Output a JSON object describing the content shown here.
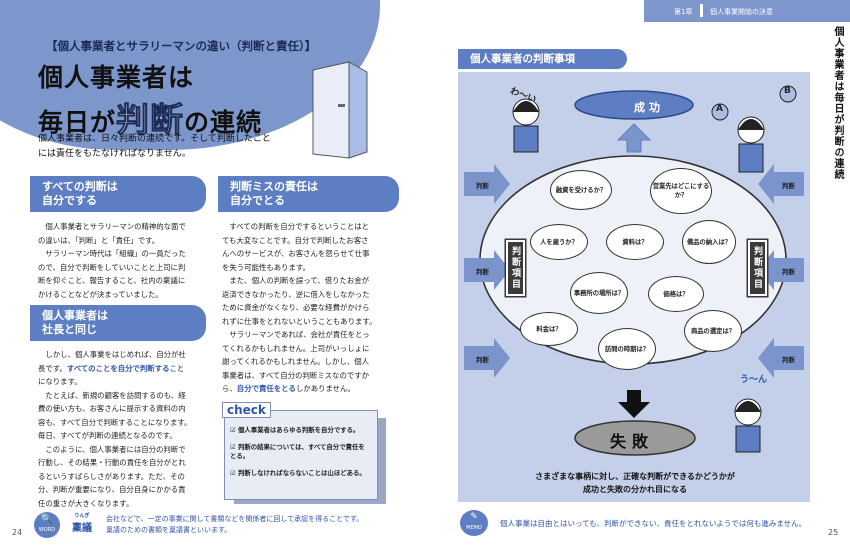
{
  "left": {
    "subtitle": "【個人事業者とサラリーマンの違い（判断と責任）】",
    "title_line1": "個人事業者は",
    "title_line2_a": "毎日が",
    "title_line2_b": "判断",
    "title_line2_c": "の連続",
    "lead1": "個人事業者は、日々判断の連続です。そして判断したこと",
    "lead2": "には責任をもたなければなりません。",
    "sec1_title_1": "すべての判断は",
    "sec1_title_2": "自分でする",
    "sec1_p": [
      "　個人事業者とサラリーマンの精神的な面で",
      "の違いは、「判断」と「責任」です。",
      "　サラリーマン時代は「組織」の一員だった",
      "ので、自分で判断をしていいことと上司に判",
      "断を仰ぐこと、報告すること、社内の稟議に",
      "かけることなどが決まっていました。"
    ],
    "sec2_title_1": "判断ミスの責任は",
    "sec2_title_2": "自分でとる",
    "sec2_p": [
      "　すべての判断を自分でするということはと",
      "ても大変なことです。自分で判断したお客さ",
      "んへのサービスが、お客さんを怒らせて仕事",
      "を失う可能性もあります。",
      "　また、個人の判断を誤って、借りたお金が",
      "返済できなかったり、逆に借入をしなかった",
      "ために資金がなくなり、必要な経費がかけら",
      "れずに仕事をとれないということもあります。",
      "　サラリーマンであれば、会社が責任をとっ",
      "てくれるかもしれません。上司がいっしょに",
      "謝ってくれるかもしれません。しかし、個人",
      "事業者は、すべて自分の判断ミスなのですか"
    ],
    "sec2_last_a": "ら、",
    "sec2_last_b": "自分で責任をとる",
    "sec2_last_c": "しかありません。",
    "sec3_title_1": "個人事業者は",
    "sec3_title_2": "社長と同じ",
    "sec3_p1_a": "　しかし、個人事業をはじめれば、自分が社",
    "sec3_p1_b": "長です。",
    "sec3_p1_c": "すべてのことを自分で判断する",
    "sec3_p1_d": "こと",
    "sec3_p1_e": "になります。",
    "sec3_p": [
      "　たとえば、新規の顧客を訪問するのも、経",
      "費の使い方も、お客さんに提示する資料の内",
      "容も、すべて自分で判断することになります。",
      "毎日、すべてが判断の連続となるのです。",
      "　このように、個人事業者には自分の判断で",
      "行動し、その結果・行動の責任を自分がとれ",
      "るというすばらしさがあります。ただ、その",
      "分、判断が重要になり、自分自身にかかる責",
      "任の重さが大きくなります。"
    ],
    "check_title": "check",
    "check_items": [
      "個人事業者はあらゆる判断を自分でする。",
      "判断の結果については、すべて自分で責任をとる。",
      "判断しなければならないことは山ほどある。"
    ],
    "word_label": "WORD",
    "word_kana": "りんぎ",
    "word_term": "稟議",
    "word_text1": "会社などで、一定の事業に関して書類などを関係者に回して承認を得ることです。",
    "word_text2": "稟議のための書類を稟議書といいます。",
    "page_no": "24"
  },
  "right": {
    "chapter": "第1章",
    "chapter_title": "個人事業開始の決意",
    "side_title": "個人事業者は毎日が判断の連続",
    "diagram_title": "個人事業者の判断事項",
    "success": "成功",
    "failure": "失敗",
    "wai": "わ～い",
    "un": "う～ん",
    "letter_a": "A",
    "letter_b": "B",
    "judge": "判断",
    "judge_items": "判断項目",
    "bubbles": [
      "融資を受けるか？",
      "営業先はどこにするか？",
      "人を雇うか？",
      "資料は？",
      "備品の納入は？",
      "事務所の場所は？",
      "価格は？",
      "料金は？",
      "商品の選定は？",
      "訪問の時期は？"
    ],
    "caption1": "さまざまな事柄に対し、正確な判断ができるかどうかが",
    "caption2": "成功と失敗の分かれ目になる",
    "memo_label": "MEMO",
    "memo_text": "個人事業は自由とはいっても、判断ができない、責任をとれないようでは何も進みません。",
    "page_no": "25"
  },
  "colors": {
    "accent": "#5e7ec3",
    "diagram_bg": "#c4d0ea",
    "arrow": "#7b94cc"
  }
}
